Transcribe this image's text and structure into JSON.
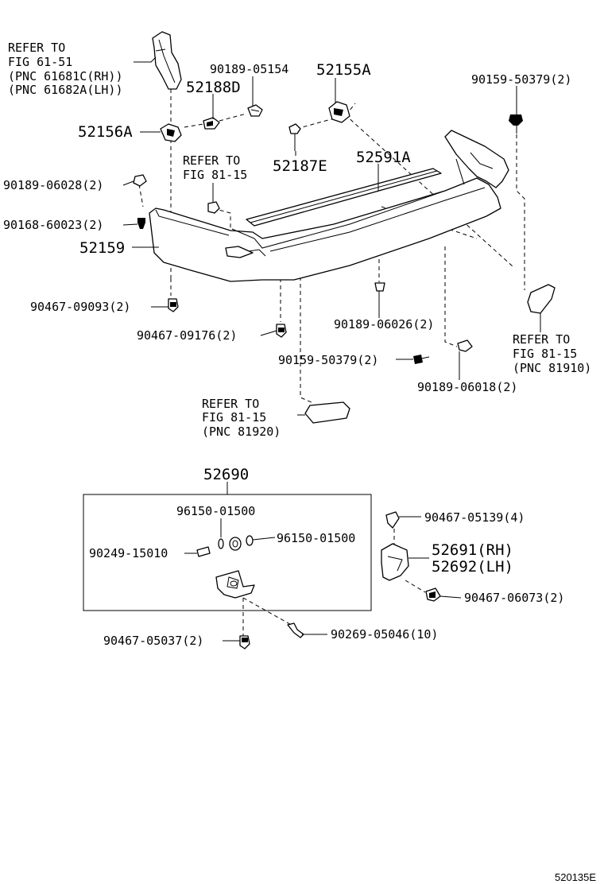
{
  "labels": {
    "ref_fig_61_51": [
      "REFER TO",
      "FIG 61-51",
      "(PNC 61681C(RH))",
      "(PNC 61682A(LH))"
    ],
    "p52156A": "52156A",
    "p52188D": "52188D",
    "p90189_05154": "90189-05154",
    "p52155A": "52155A",
    "p90159_50379_top": "90159-50379(2)",
    "p52187E": "52187E",
    "p52591A": "52591A",
    "ref_fig_81_15_top": [
      "REFER TO",
      "FIG 81-15"
    ],
    "p90189_06028": "90189-06028(2)",
    "p90168_60023": "90168-60023(2)",
    "p52159": "52159",
    "p90467_09093": "90467-09093(2)",
    "p90467_09176": "90467-09176(2)",
    "p90189_06026": "90189-06026(2)",
    "p90159_50379_mid": "90159-50379(2)",
    "p90189_06018": "90189-06018(2)",
    "ref_fig_81_15_right": [
      "REFER TO",
      "FIG 81-15",
      "(PNC 81910)"
    ],
    "ref_fig_81_15_bottom": [
      "REFER TO",
      "FIG 81-15",
      "(PNC 81920)"
    ],
    "p52690": "52690",
    "p96150_01500_a": "96150-01500",
    "p96150_01500_b": "96150-01500",
    "p90249_15010": "90249-15010",
    "p90467_05139": "90467-05139(4)",
    "p52691_52692": [
      "52691(RH)",
      "52692(LH)"
    ],
    "p90467_06073": "90467-06073(2)",
    "p90467_05037": "90467-05037(2)",
    "p90269_05046": "90269-05046(10)",
    "figure_code": "520135E"
  }
}
